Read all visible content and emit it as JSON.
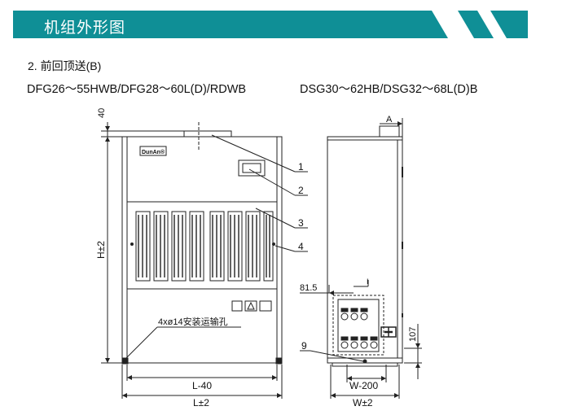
{
  "header": {
    "title": "机组外形图",
    "accent": "#0f8f96"
  },
  "subtitle": "2. 前回顶送(B)",
  "models": {
    "left": "DFG26～55HWB/DFG28～60L(D)/RDWB",
    "right": "DSG30～62HB/DSG32～68L(D)B"
  },
  "diagram": {
    "logo": "DunAn®",
    "front_dims": {
      "top": "40",
      "height": "H±2",
      "inner_width": "L-40",
      "width": "L±2"
    },
    "side_dims": {
      "top": "A",
      "offset": "81.5",
      "inner_width": "W-200",
      "width": "W±2",
      "bottom": "107"
    },
    "callouts": [
      "1",
      "2",
      "3",
      "4",
      "9"
    ],
    "hole_note": "4xø14安装运输孔",
    "section_mark": "I"
  }
}
